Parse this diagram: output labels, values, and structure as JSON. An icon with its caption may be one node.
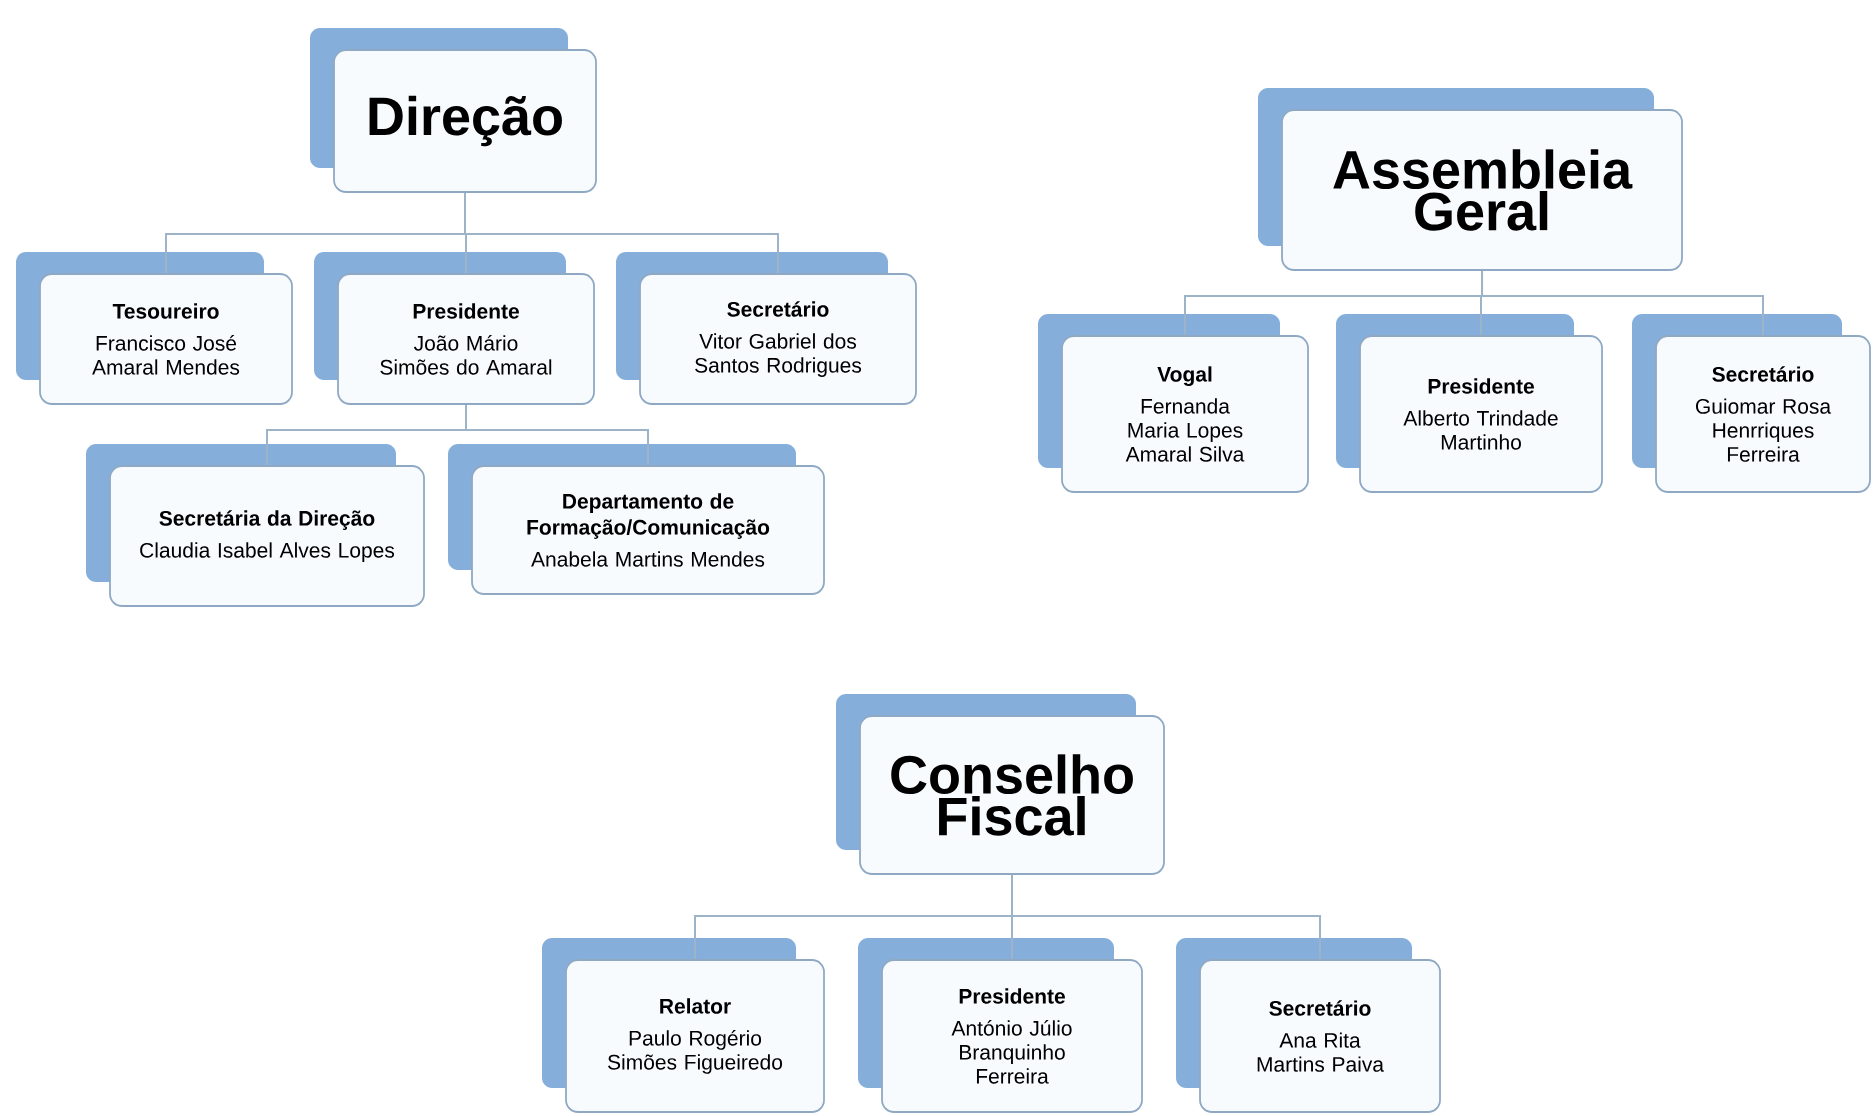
{
  "diagram": {
    "nodes": [
      {
        "text": [
          "Direção"
        ]
      },
      {
        "text": [
          "Tesoureiro",
          "Francisco José Amaral Mendes"
        ]
      },
      {
        "text": [
          "Presidente",
          "João Mário Simões do Amaral"
        ]
      },
      {
        "text": [
          "Secretário",
          "Vitor Gabriel dos Santos Rodrigues"
        ]
      },
      {
        "text": [
          "Secretária da Direção",
          "Claudia Isabel Alves Lopes"
        ]
      },
      {
        "text": [
          "Departamento de Formação/Comunicação",
          "Anabela Martins Mendes"
        ]
      },
      {
        "text": [
          "Assembleia Geral"
        ]
      },
      {
        "text": [
          "Vogal",
          "Fernanda Maria Lopes Amaral Silva"
        ]
      },
      {
        "text": [
          "Presidente",
          "Alberto Trindade Martinho"
        ]
      },
      {
        "text": [
          "Secretário",
          "Guiomar Rosa Henrriques Ferreira"
        ]
      },
      {
        "text": [
          "Conselho Fiscal"
        ]
      },
      {
        "text": [
          "Relator",
          "Paulo Rogério Simões Figueiredo"
        ]
      },
      {
        "text": [
          "Presidente",
          "António Júlio Branquinho Ferreira"
        ]
      },
      {
        "text": [
          "Secretário",
          "Ana Rita Martins Paiva"
        ]
      }
    ],
    "edges": [
      {
        "from": 0,
        "to": 1,
        "arrow": "none"
      },
      {
        "from": 0,
        "to": 2,
        "arrow": "none"
      },
      {
        "from": 0,
        "to": 3,
        "arrow": "none"
      },
      {
        "from": 2,
        "to": 4,
        "arrow": "none"
      },
      {
        "from": 2,
        "to": 5,
        "arrow": "none"
      },
      {
        "from": 6,
        "to": 7,
        "arrow": "none"
      },
      {
        "from": 6,
        "to": 8,
        "arrow": "none"
      },
      {
        "from": 6,
        "to": 9,
        "arrow": "none"
      },
      {
        "from": 10,
        "to": 11,
        "arrow": "none"
      },
      {
        "from": 10,
        "to": 12,
        "arrow": "none"
      },
      {
        "from": 10,
        "to": 13,
        "arrow": "none"
      }
    ]
  }
}
